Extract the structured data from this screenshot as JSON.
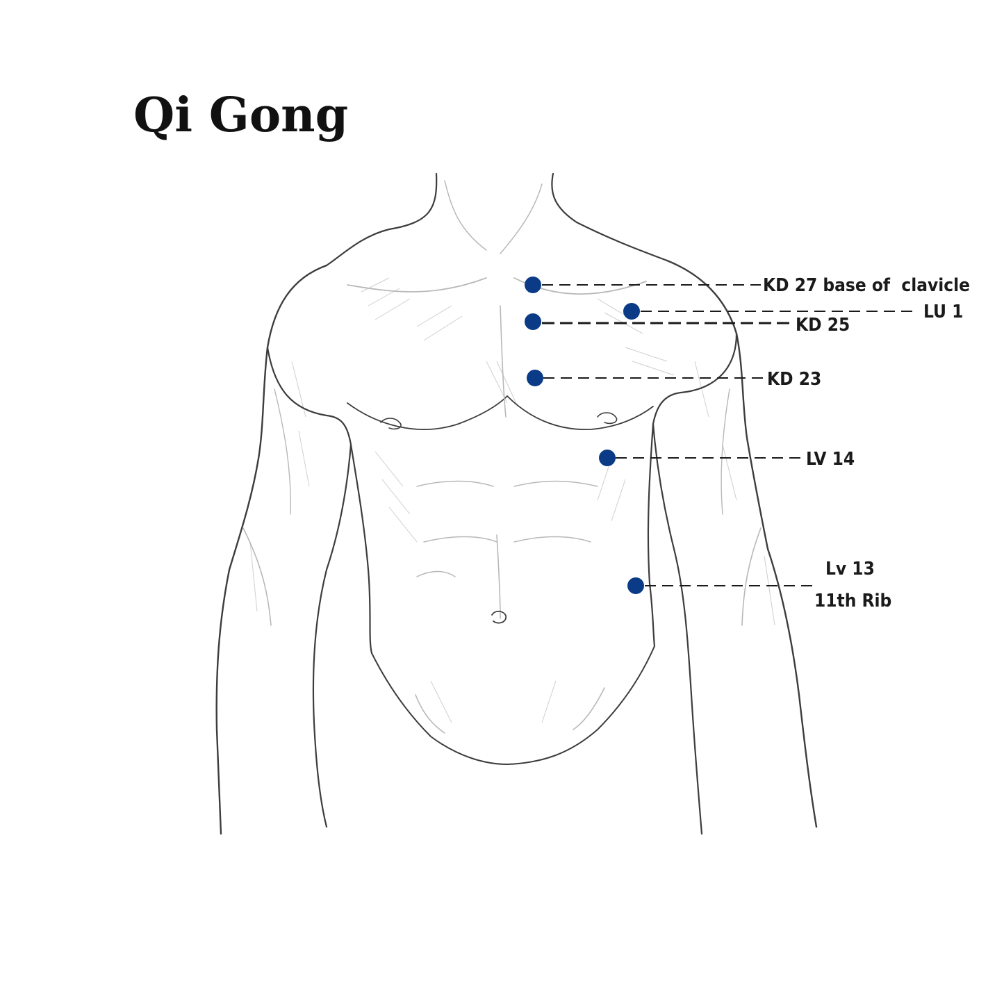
{
  "title": "Qi Gong",
  "colors": {
    "point_fill": "#0b3a86",
    "leader_stroke": "#1a1a1a",
    "sketch_stroke": "#3d3d3d"
  },
  "points": [
    {
      "id": "kd27",
      "label_lines": [
        "KD 27 base of  clavicle"
      ]
    },
    {
      "id": "lu1",
      "label_lines": [
        "LU 1"
      ]
    },
    {
      "id": "kd25",
      "label_lines": [
        "KD 25"
      ]
    },
    {
      "id": "kd23",
      "label_lines": [
        "KD 23"
      ]
    },
    {
      "id": "lv14",
      "label_lines": [
        "LV 14"
      ]
    },
    {
      "id": "lv13",
      "label_lines": [
        "Lv 13",
        "11th Rib"
      ]
    }
  ]
}
